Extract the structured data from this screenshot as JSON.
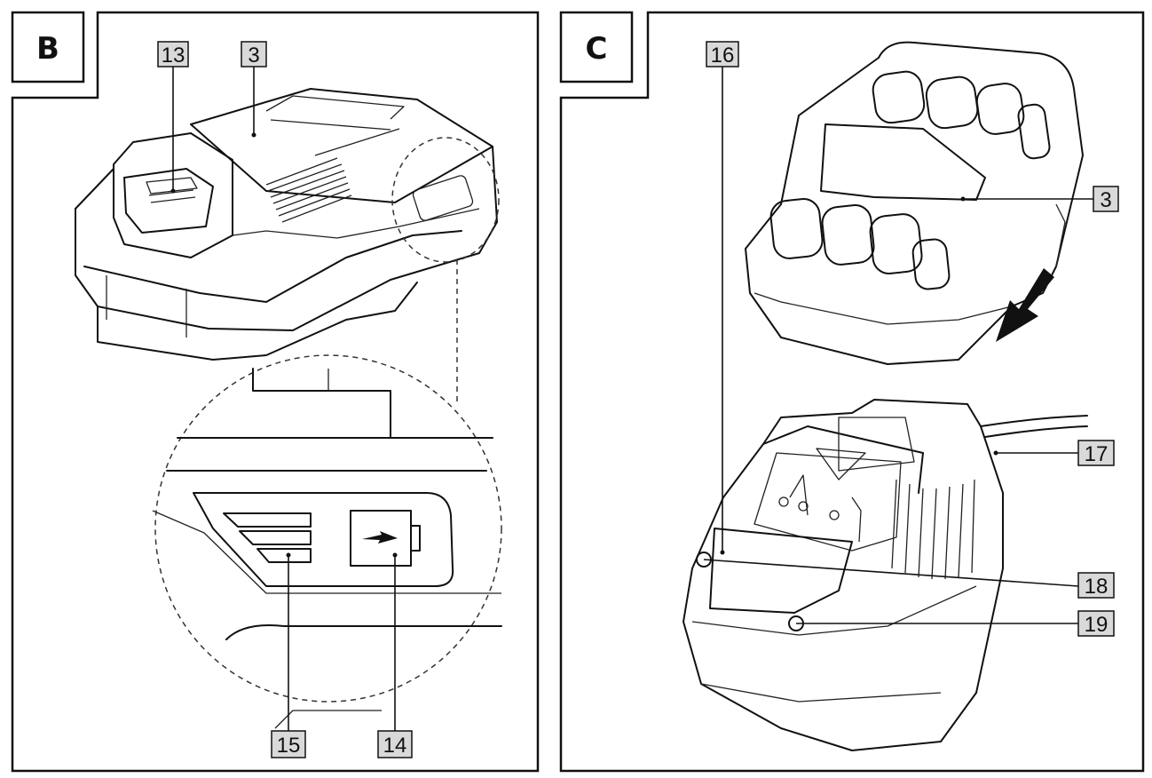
{
  "panels": [
    {
      "id": "B",
      "label": "B"
    },
    {
      "id": "C",
      "label": "C"
    }
  ],
  "callouts": {
    "b13": "13",
    "b3": "3",
    "b15": "15",
    "b14": "14",
    "c16": "16",
    "c3": "3",
    "c17": "17",
    "c18": "18",
    "c19": "19"
  },
  "icons": {
    "fuel_gauge": "battery-level-indicator-icon",
    "charge": "battery-charge-icon",
    "arrow": "insert-direction-arrow-icon"
  },
  "colors": {
    "line": "#111111",
    "callout_fill": "#d9d9d9",
    "background": "#ffffff"
  }
}
